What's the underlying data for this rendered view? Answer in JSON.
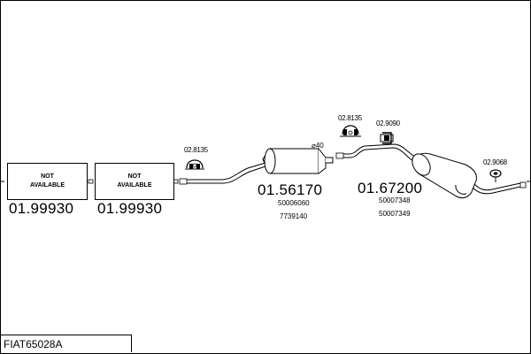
{
  "title": "FIAT65028A",
  "blocks": [
    {
      "line1": "NOT",
      "line2": "AVAILABLE",
      "part": "01.99930"
    },
    {
      "line1": "NOT",
      "line2": "AVAILABLE",
      "part": "01.99930"
    }
  ],
  "parts": {
    "clamp_left": "02.8135",
    "middle_silencer": "01.56170",
    "middle_oem1": "50006060",
    "middle_oem2": "7739140",
    "diameter": "⌀40",
    "clamp_center": "02.8135",
    "hanger_1": "02.9090",
    "rear_silencer": "01.67200",
    "rear_oem1": "50007348",
    "rear_oem2": "50007349",
    "hanger_2": "02.9068"
  }
}
